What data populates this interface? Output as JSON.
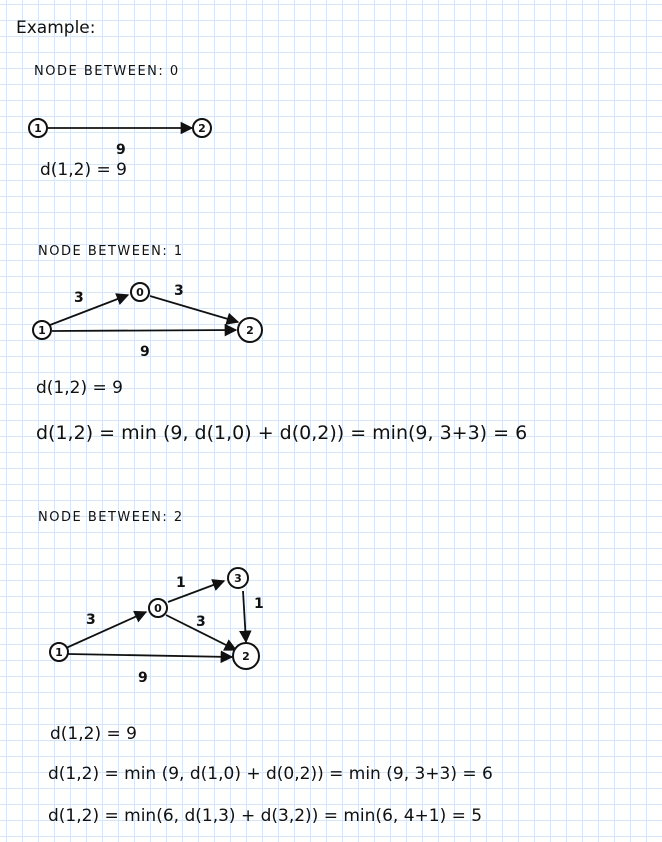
{
  "title": "Example:",
  "section1": {
    "heading": "NODE BETWEEN: 0",
    "nodes": [
      "1",
      "2"
    ],
    "weights": [
      "9"
    ],
    "equations": [
      "d(1,2) = 9"
    ]
  },
  "section2": {
    "heading": "NODE BETWEEN: 1",
    "nodes": [
      "1",
      "0",
      "2"
    ],
    "weights": [
      "3",
      "3",
      "9"
    ],
    "equations": [
      "d(1,2) = 9",
      "d(1,2) = min (9, d(1,0) + d(0,2)) = min(9, 3+3) = 6"
    ]
  },
  "section3": {
    "heading": "NODE BETWEEN: 2",
    "nodes": [
      "1",
      "0",
      "3",
      "2"
    ],
    "weights": [
      "3",
      "1",
      "3",
      "1",
      "9"
    ],
    "equations": [
      "d(1,2) = 9",
      "d(1,2) = min (9, d(1,0) + d(0,2)) = min (9, 3+3) = 6",
      "d(1,2) = min(6, d(1,3) + d(3,2)) = min(6, 4+1) = 5"
    ]
  }
}
